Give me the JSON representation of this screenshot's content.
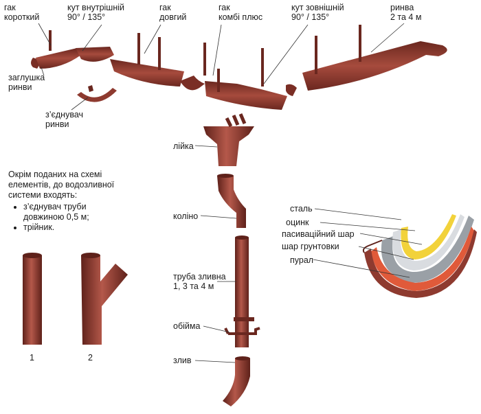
{
  "labels": {
    "hook_short": "гак\nкороткий",
    "corner_inner": "кут внутрішній\n90° / 135°",
    "hook_long": "гак\nдовгий",
    "hook_combi": "гак\nкомбі плюс",
    "corner_outer": "кут зовнішній\n90° / 135°",
    "gutter": "ринва\n2 та 4 м",
    "end_cap": "заглушка\nринви",
    "gutter_connector": "з’єднувач\nринви",
    "funnel": "лійка",
    "elbow": "коліно",
    "pipe": "труба злив­на\n1, 3 та 4 м",
    "clamp": "обійма",
    "outlet": "злив"
  },
  "note": {
    "intro": "Окрім поданих на схемі\nелементів, до водозливної\nсистеми входять:",
    "items": [
      "з’єднувач труби\nдовжиною 0,5 м;",
      "трійник."
    ]
  },
  "numbers": {
    "one": "1",
    "two": "2"
  },
  "layers": [
    "сталь",
    "оцинк",
    "пасиваційний шар",
    "шар грунтовки",
    "пурал"
  ],
  "colors": {
    "product": "#8e3a2f",
    "product_dark": "#5e211a",
    "product_light": "#b4584a",
    "leader": "#333333",
    "steel": "#9aa0a6",
    "zinc": "#d9dce0",
    "passivation": "#f2d23a",
    "primer": "#e05a3a"
  }
}
